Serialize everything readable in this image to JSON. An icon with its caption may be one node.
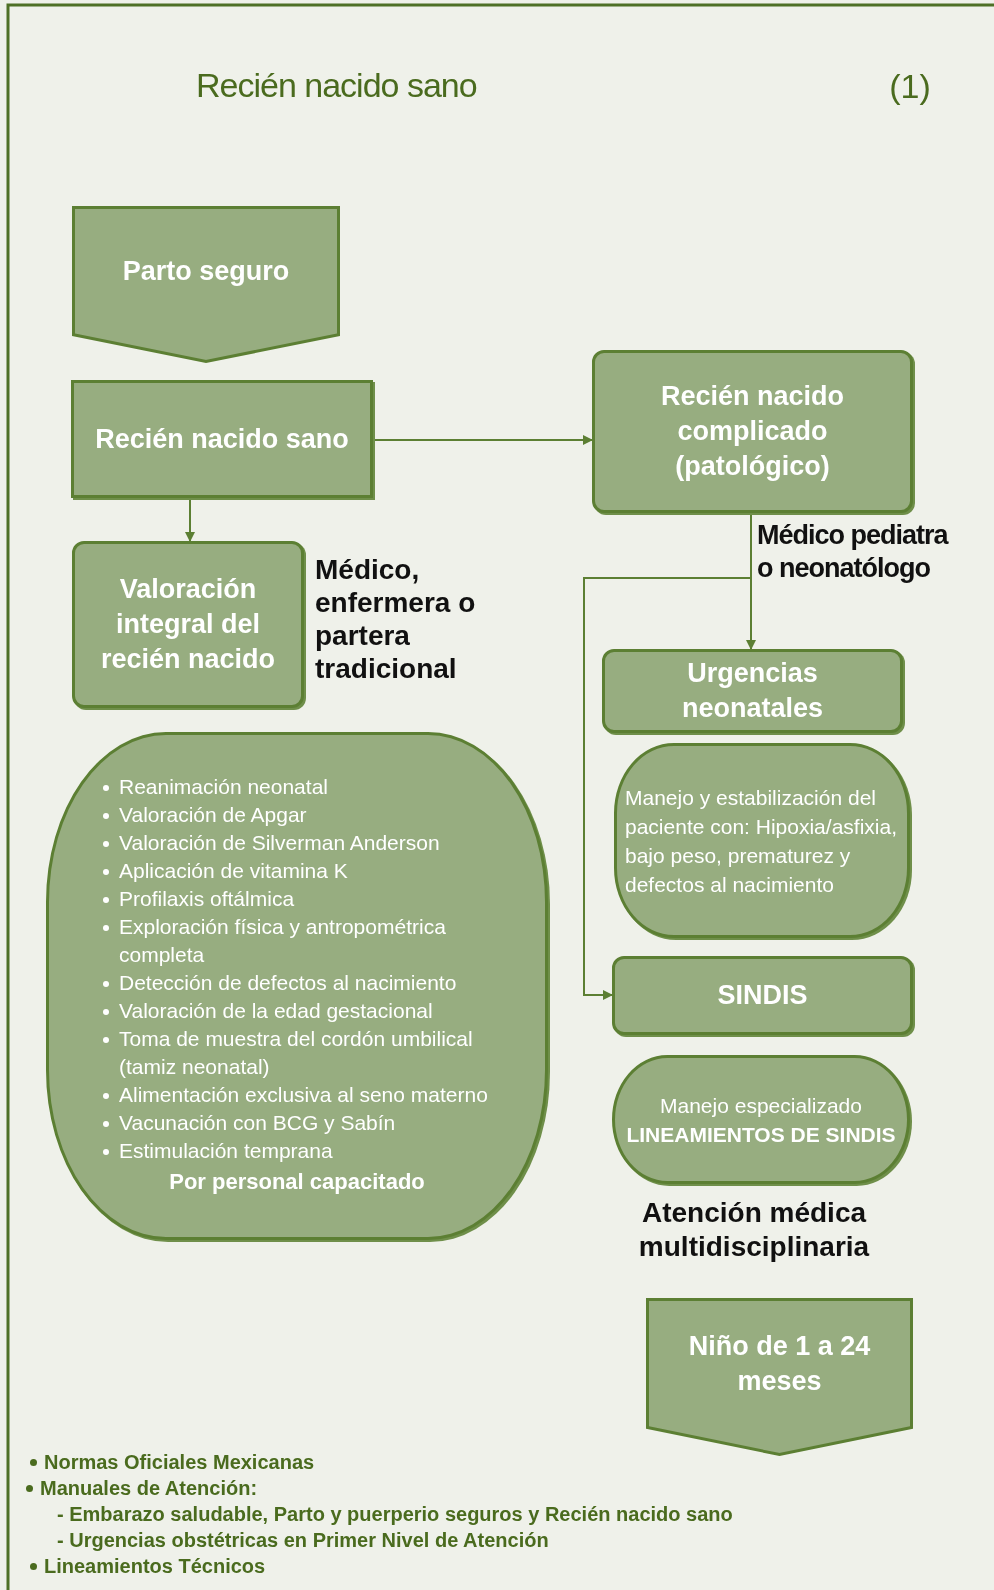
{
  "diagram": {
    "title": "Recién nacido sano",
    "nodes": [
      {
        "text": [
          "Parto seguro"
        ]
      },
      {
        "text": [
          "Recién nacido sano"
        ]
      },
      {
        "text": [
          "Recién nacido complicado (patológico)"
        ]
      },
      {
        "text": [
          "Valoración integral del recién nacido"
        ],
        "beside": [
          "Médico, enfermera o partera tradicional"
        ]
      },
      {
        "text": [
          "Reanimación neonatal",
          "Valoración de Apgar",
          "Valoración de Silverman Anderson",
          "Aplicación de vitamina K",
          "Profilaxis oftálmica",
          "Exploración  física y antropométrica completa",
          "Detección de defectos al nacimiento",
          "Valoración de la edad gestacional",
          "Toma de muestra del cordón umbilical (tamiz neonatal)",
          "Alimentación exclusiva al seno materno",
          "Vacunación con BCG y Sabín",
          "Estimulación temprana",
          "Por personal capacitado"
        ]
      },
      {
        "text": [
          "Urgencias neonatales"
        ]
      },
      {
        "text": [
          "Manejo y estabilización del paciente con: Hipoxia/asfixia, bajo peso, prematurez y defectos al nacimiento"
        ]
      },
      {
        "text": [
          "SINDIS"
        ]
      },
      {
        "text": [
          "Manejo especializado **LINEAMIENTOS DE SINDIS**"
        ]
      },
      {
        "text": [
          "Niño de 1 a 24 meses"
        ]
      }
    ],
    "edges": [
      {
        "from": 1,
        "to": 2,
        "arrow": "to"
      },
      {
        "from": 1,
        "to": 3,
        "arrow": "to"
      },
      {
        "from": 2,
        "to": 5,
        "arrow": "to",
        "label": "Médico pediatra o neonatólogo"
      },
      {
        "from": 2,
        "to": 7,
        "arrow": "to"
      }
    ],
    "labels": [
      "(1)",
      "Atención médica multidisciplinaria",
      "Normas Oficiales Mexicanas",
      "Manuales de  Atención:",
      "- Embarazo saludable, Parto y puerperio seguros y Recién nacido sano",
      "- Urgencias obstétricas en Primer Nivel de Atención",
      "Lineamientos Técnicos"
    ]
  }
}
